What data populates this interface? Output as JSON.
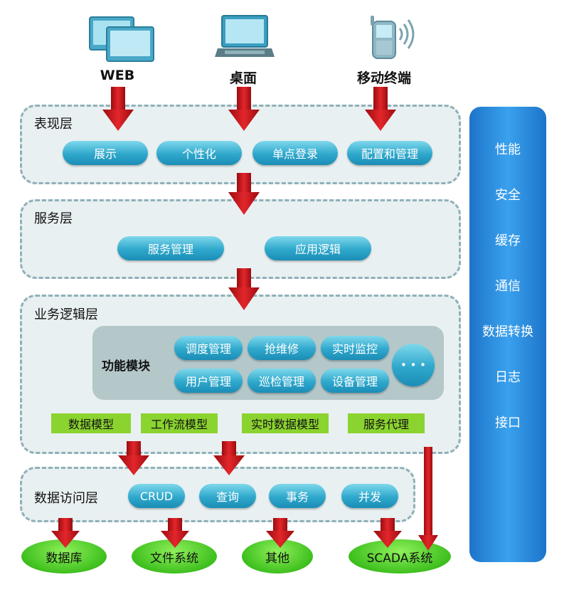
{
  "clients": [
    {
      "label": "WEB",
      "icon": "web-screens-icon"
    },
    {
      "label": "桌面",
      "icon": "laptop-icon"
    },
    {
      "label": "移动终端",
      "icon": "mobile-phone-icon"
    }
  ],
  "layers": {
    "presentation": {
      "title": "表现层",
      "items": [
        "展示",
        "个性化",
        "单点登录",
        "配置和管理"
      ]
    },
    "service": {
      "title": "服务层",
      "items": [
        "服务管理",
        "应用逻辑"
      ]
    },
    "business": {
      "title": "业务逻辑层",
      "function_module": {
        "title": "功能模块",
        "items": [
          "调度管理",
          "抢维修",
          "实时监控",
          "用户管理",
          "巡检管理",
          "设备管理"
        ],
        "more": "• • •"
      },
      "models": [
        "数据模型",
        "工作流模型",
        "实时数据模型",
        "服务代理"
      ]
    },
    "data_access": {
      "title": "数据访问层",
      "items": [
        "CRUD",
        "查询",
        "事务",
        "并发"
      ]
    }
  },
  "stores": [
    "数据库",
    "文件系统",
    "其他",
    "SCADA系统"
  ],
  "side": [
    "性能",
    "安全",
    "缓存",
    "通信",
    "数据转换",
    "日志",
    "接口"
  ],
  "colors": {
    "arrow": "#c8141a",
    "pill": "#2fa8cc",
    "model": "#8bd32f",
    "store": "#3fc01f",
    "side": "#2a8ee0"
  }
}
